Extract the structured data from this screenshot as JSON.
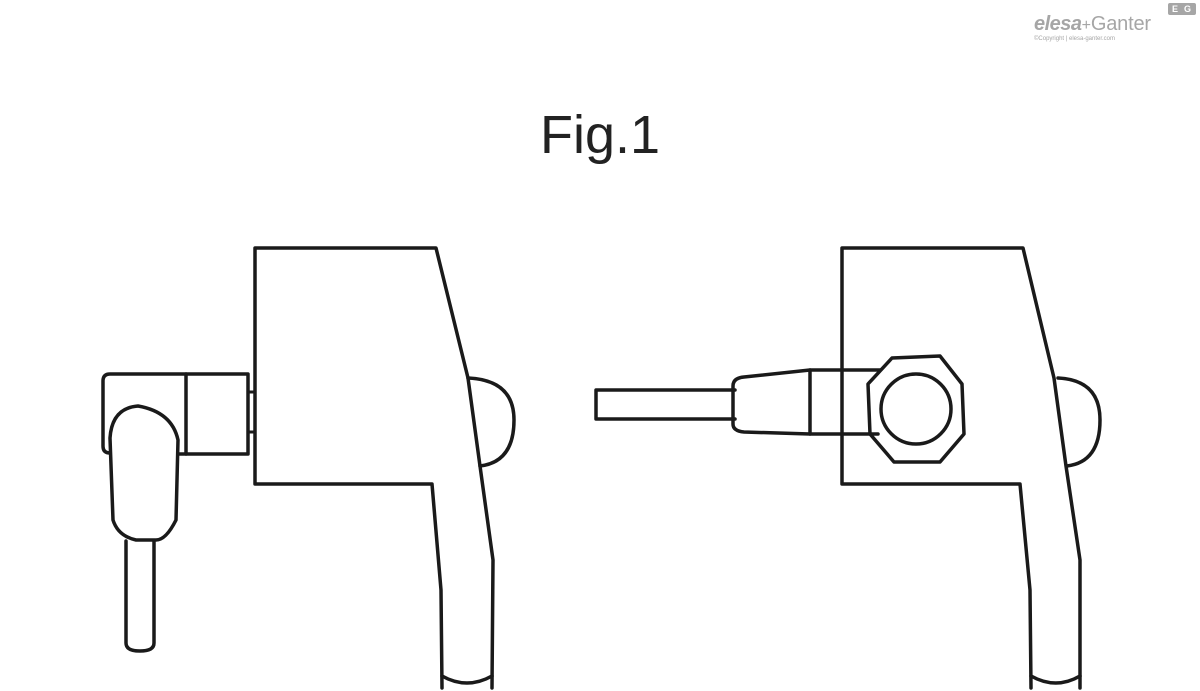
{
  "logo": {
    "brand_elesa": "elesa",
    "plus": "+",
    "brand_ganter": "Ganter",
    "badge_left": "E",
    "badge_right": "G",
    "copyright": "©Copyright | elesa-ganter.com"
  },
  "figure": {
    "title": "Fig.1"
  },
  "colors": {
    "stroke": "#1a1a1a",
    "logo_gray": "#a6a6a6"
  }
}
